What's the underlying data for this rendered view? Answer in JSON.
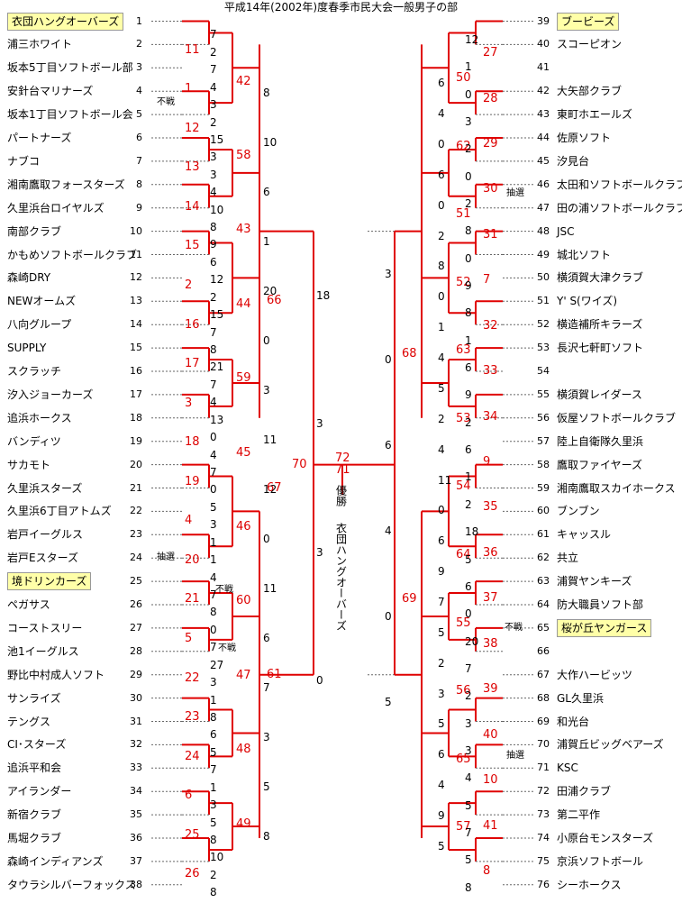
{
  "title": "平成14年(2002年)度春季市民大会一般男子の部",
  "champion_label": "優勝",
  "champion_name": "衣団ハングオーバーズ",
  "left_teams": [
    "衣団ハングオーバーズ",
    "浦三ホワイト",
    "坂本5丁目ソフトボール部",
    "安針台マリナーズ",
    "坂本1丁目ソフトボール会",
    "パートナーズ",
    "ナブコ",
    "湘南鷹取フォースターズ",
    "久里浜台ロイヤルズ",
    "南部クラブ",
    "かもめソフトボールクラブ",
    "森崎DRY",
    "NEWオームズ",
    "八向グループ",
    "SUPPLY",
    "スクラッチ",
    "汐入ジョーカーズ",
    "追浜ホークス",
    "バンディツ",
    "サカモト",
    "久里浜スターズ",
    "久里浜6丁目アトムズ",
    "岩戸イーグルス",
    "岩戸Eスターズ",
    "境ドリンカーズ",
    "ペガサス",
    "コーストスリー",
    "池1イーグルス",
    "野比中村成人ソフト",
    "サンライズ",
    "テングス",
    "CI･スターズ",
    "追浜平和会",
    "アイランダー",
    "新宿クラブ",
    "馬堀クラブ",
    "森崎インディアンズ",
    "タウラシルバーフォックス"
  ],
  "left_numbers": [
    "1",
    "2",
    "3",
    "4",
    "5",
    "6",
    "7",
    "8",
    "9",
    "10",
    "11",
    "12",
    "13",
    "14",
    "15",
    "16",
    "17",
    "18",
    "19",
    "20",
    "21",
    "22",
    "23",
    "24",
    "25",
    "26",
    "27",
    "28",
    "29",
    "30",
    "31",
    "32",
    "33",
    "34",
    "35",
    "36",
    "37",
    "38"
  ],
  "right_teams": [
    "ブービーズ",
    "スコーピオン",
    "",
    "大矢部クラブ",
    "東町ホエールズ",
    "佐原ソフト",
    "汐見台",
    "太田和ソフトボールクラブ",
    "田の浦ソフトボールクラブ",
    "JSC",
    "城北ソフト",
    "横須賀大津クラブ",
    "Y' S(ワイズ)",
    "横造補所キラーズ",
    "長沢七軒町ソフト",
    "",
    "横須賀レイダース",
    "仮屋ソフトボールクラブ",
    "陸上自衛隊久里浜",
    "鷹取ファイヤーズ",
    "湘南鷹取スカイホークス",
    "ブンブン",
    "キャッスル",
    "共立",
    "浦賀ヤンキーズ",
    "防大職員ソフト部",
    "桜が丘ヤンガース",
    "",
    "大作ハービッツ",
    "GL久里浜",
    "和光台",
    "浦賀丘ビッグベアーズ",
    "KSC",
    "田浦クラブ",
    "第二平作",
    "小原台モンスターズ",
    "京浜ソフトボール",
    "シーホークス"
  ],
  "right_numbers": [
    "39",
    "40",
    "41",
    "42",
    "43",
    "44",
    "45",
    "46",
    "47",
    "48",
    "49",
    "50",
    "51",
    "52",
    "53",
    "54",
    "55",
    "56",
    "57",
    "58",
    "59",
    "60",
    "61",
    "62",
    "63",
    "64",
    "65",
    "66",
    "67",
    "68",
    "69",
    "70",
    "71",
    "72",
    "73",
    "74",
    "75",
    "76"
  ],
  "highlight_teams": [
    "衣団ハングオーバーズ",
    "境ドリンカーズ",
    "ブービーズ",
    "桜が丘ヤンガース"
  ],
  "notes": {
    "fusen": "不戦",
    "chusen": "抽選"
  },
  "red_scores": {
    "L1": [
      "11",
      "1",
      "12",
      "13",
      "14",
      "15",
      "2",
      "16",
      "17",
      "3",
      "18",
      "19",
      "4",
      "20",
      "21",
      "5",
      "22",
      "23",
      "24",
      "6",
      "25",
      "26"
    ],
    "L2": [
      "42",
      "58",
      "43",
      "44",
      "59",
      "45",
      "46",
      "60",
      "47",
      "48",
      "49"
    ],
    "L3": [
      "66",
      "67",
      "61"
    ],
    "L4": [
      "70"
    ],
    "R4": [
      "72",
      "71"
    ],
    "R3": [
      "68",
      "69"
    ],
    "R2": [
      "50",
      "62",
      "51",
      "52",
      "63",
      "53",
      "54",
      "64",
      "55",
      "56",
      "65",
      "57"
    ],
    "R1": [
      "27",
      "28",
      "29",
      "30",
      "31",
      "7",
      "32",
      "33",
      "34",
      "9",
      "35",
      "36",
      "37",
      "38",
      "39",
      "40",
      "10",
      "41",
      "8"
    ]
  },
  "black_scores": {
    "L1": [
      "7",
      "2",
      "7",
      "4",
      "3",
      "2",
      "15",
      "3",
      "3",
      "4",
      "10",
      "8",
      "9",
      "6",
      "12",
      "2",
      "15",
      "7",
      "8",
      "21",
      "7",
      "4",
      "13",
      "0",
      "4",
      "7",
      "0",
      "5",
      "3",
      "1",
      "1",
      "4",
      "7",
      "8",
      "0",
      "7",
      "27",
      "3",
      "1",
      "8",
      "6",
      "5",
      "7",
      "1",
      "3",
      "5",
      "8",
      "10",
      "2",
      "8"
    ],
    "L2": [
      "8",
      "10",
      "6",
      "1",
      "20",
      "0",
      "3",
      "11",
      "12",
      "0",
      "11",
      "6",
      "7",
      "3",
      "5",
      "8"
    ],
    "L3": [
      "18",
      "3",
      "3",
      "0"
    ],
    "R1": [
      "12",
      "1",
      "0",
      "3",
      "2",
      "0",
      "2",
      "8",
      "0",
      "9",
      "8",
      "1",
      "6",
      "9",
      "2",
      "6",
      "1",
      "2",
      "18",
      "5",
      "6",
      "0",
      "20",
      "7",
      "2",
      "3",
      "3",
      "4",
      "5",
      "7",
      "5",
      "8"
    ],
    "R2": [
      "6",
      "4",
      "0",
      "6",
      "0",
      "2",
      "8",
      "0",
      "1",
      "4",
      "5",
      "2",
      "4",
      "11",
      "0",
      "6",
      "9",
      "7",
      "5",
      "2",
      "3",
      "5",
      "6",
      "4",
      "9",
      "5"
    ],
    "R3": [
      "3",
      "0",
      "6",
      "4",
      "0",
      "5"
    ]
  }
}
